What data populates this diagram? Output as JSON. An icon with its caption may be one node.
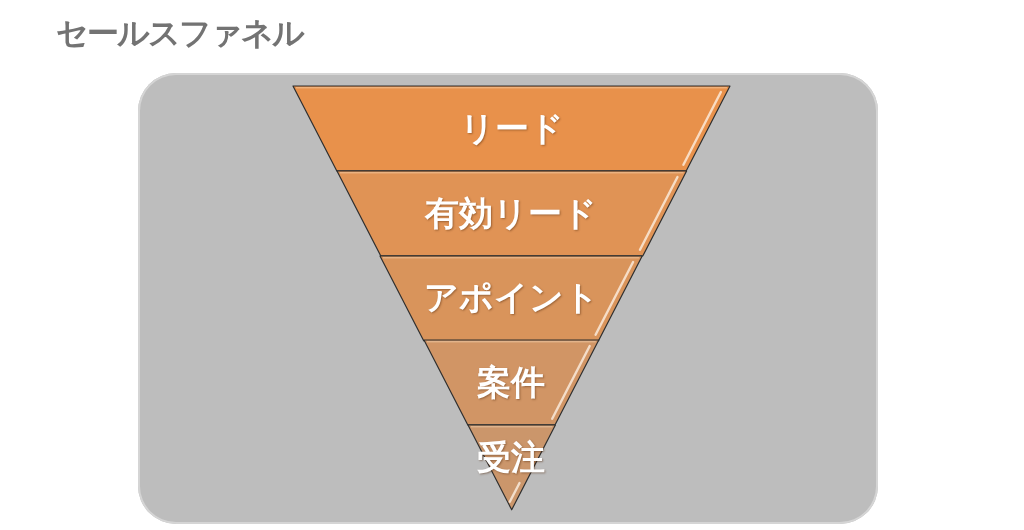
{
  "diagram": {
    "title": "セールスファネル",
    "nodes": [
      {
        "text": [],
        "shape": "box"
      },
      {
        "text": [
          "リード"
        ],
        "in": 0
      },
      {
        "text": [
          "有効リード"
        ],
        "in": 0
      },
      {
        "text": [
          "アポイント"
        ],
        "in": 0
      },
      {
        "text": [
          "案件"
        ],
        "in": 0
      },
      {
        "text": [
          "受注"
        ],
        "in": 0
      }
    ]
  }
}
